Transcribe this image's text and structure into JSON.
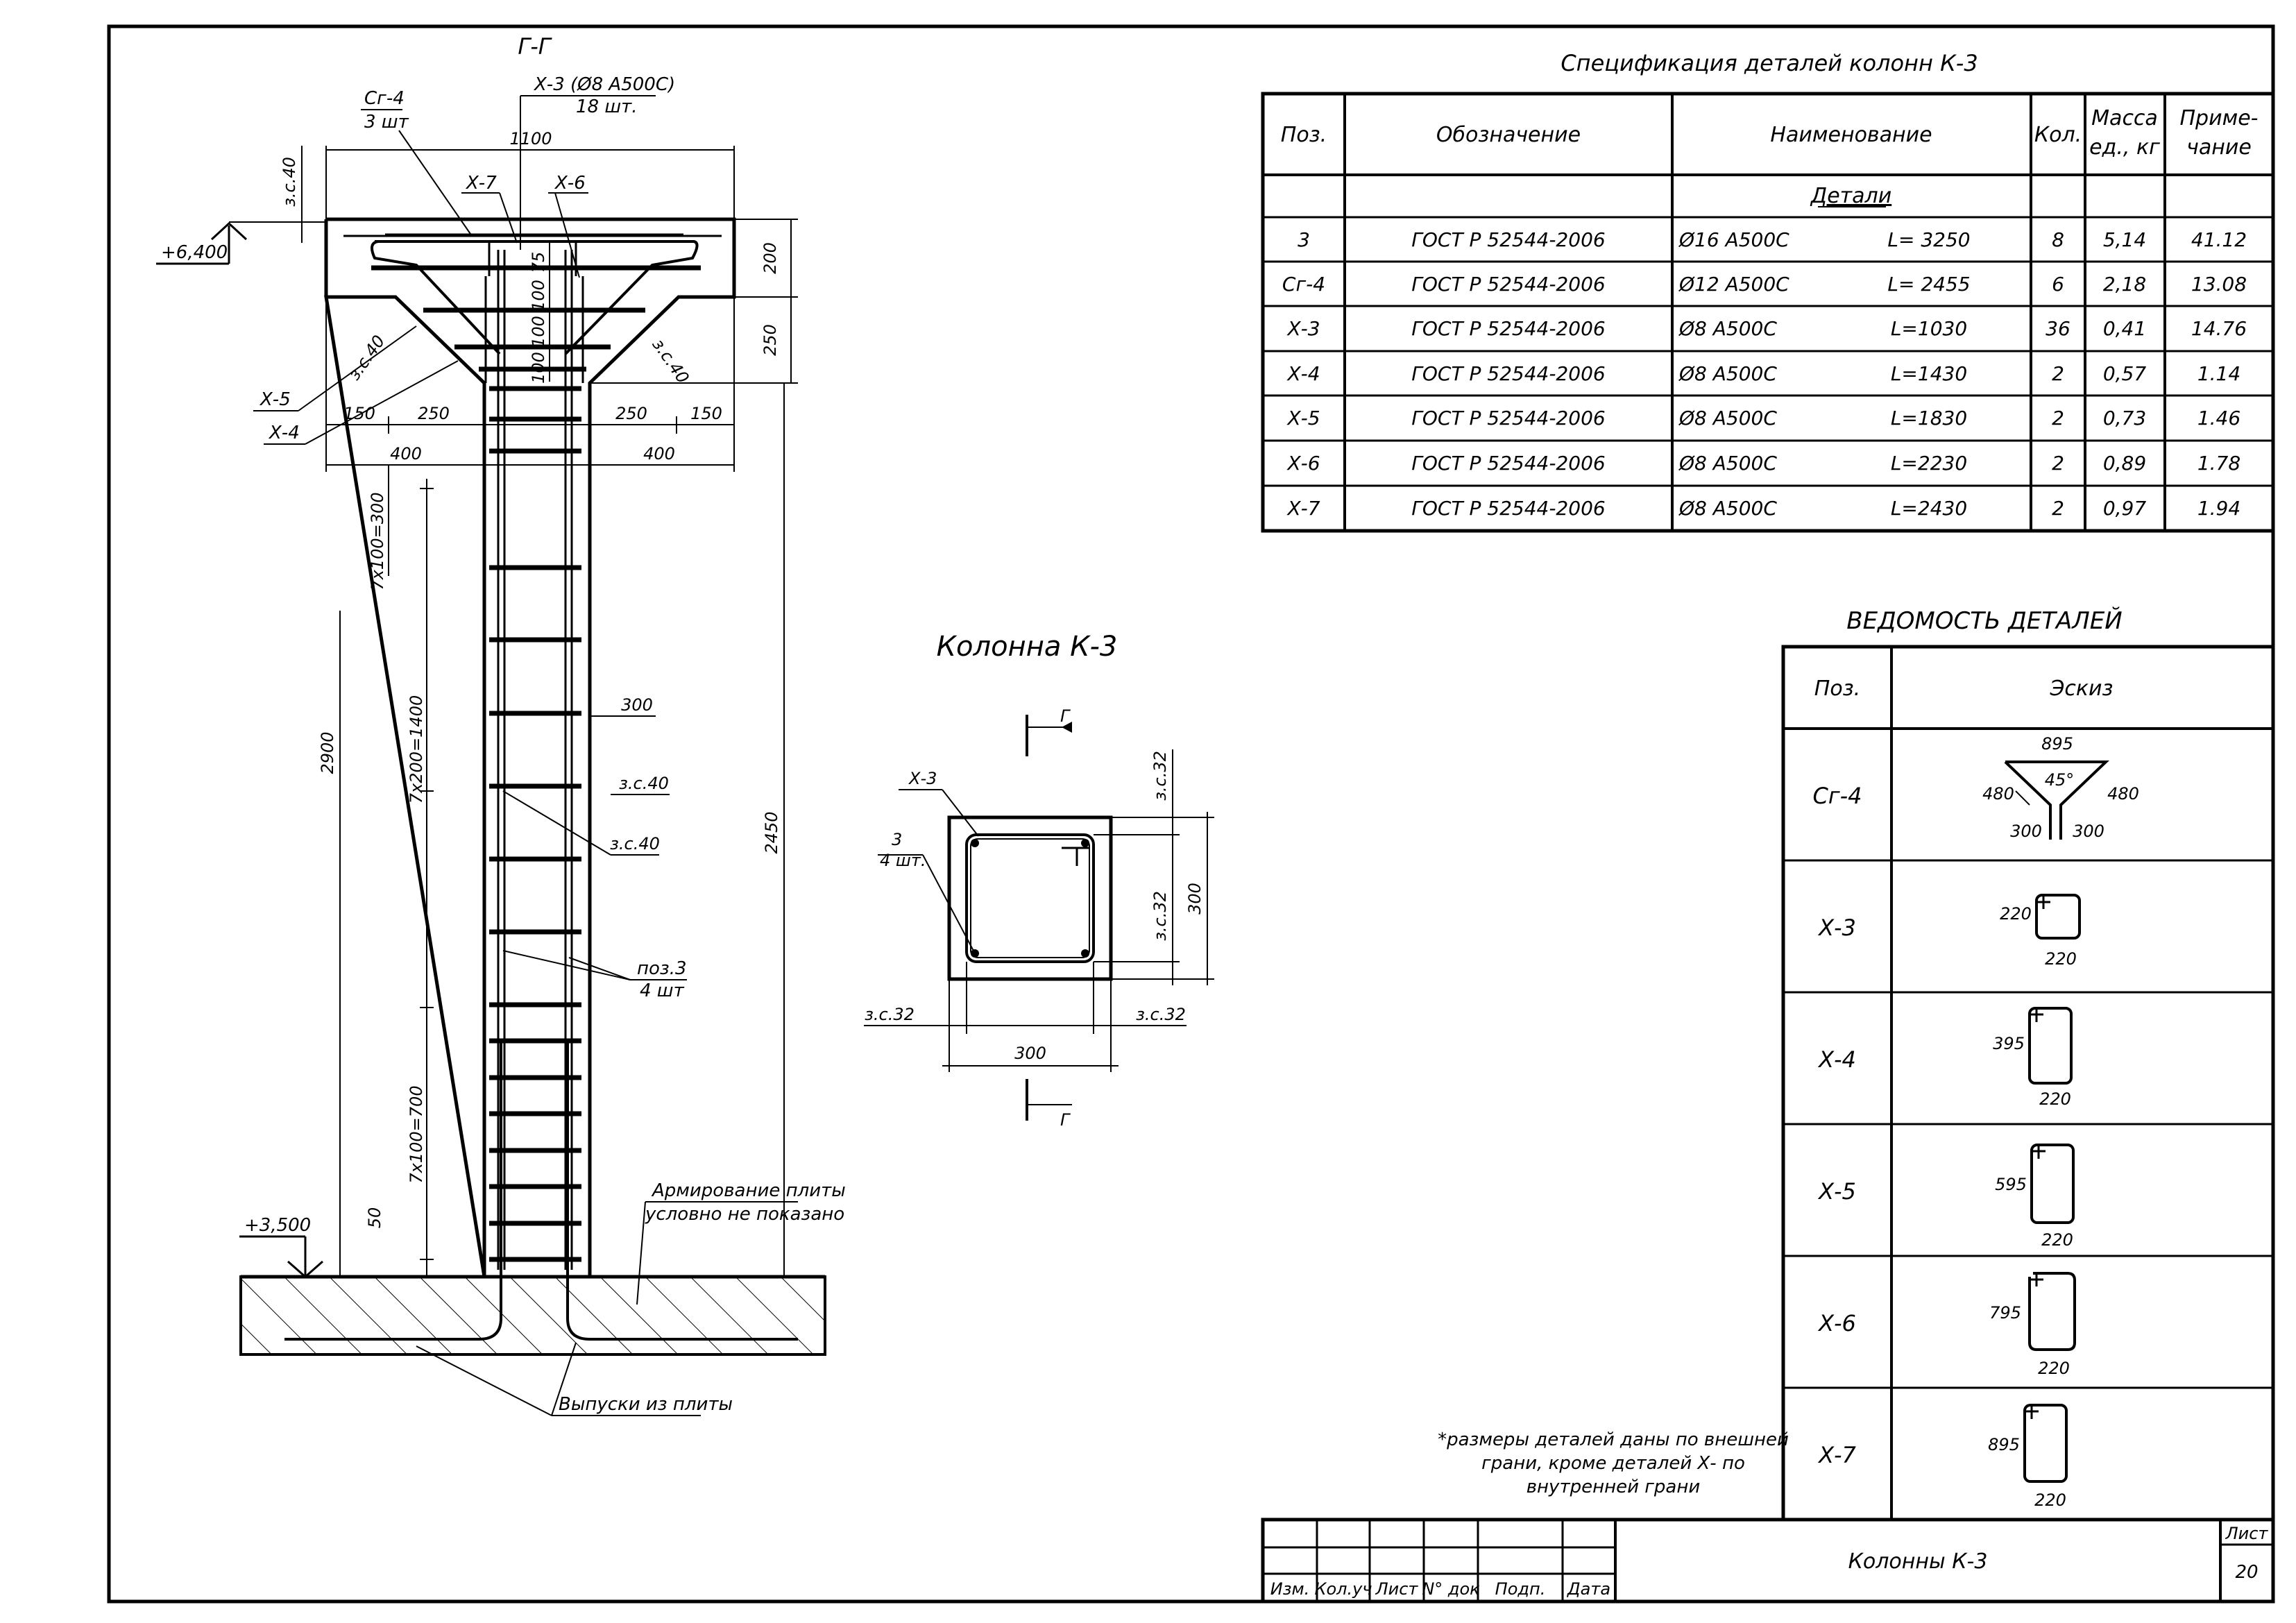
{
  "section": {
    "section_label": "Г-Г",
    "top_elevation": "+6,400",
    "bottom_elevation": "+3,500",
    "callouts": {
      "sg4": "Сг-4",
      "sg4_count": "3 шт",
      "x3": "Х-3 (Ø8 А500С)",
      "x3_count": "18 шт.",
      "x7": "Х-7",
      "x6": "Х-6",
      "x5": "Х-5",
      "x4": "Х-4",
      "poz3": "поз.3",
      "poz3_count": "4 шт",
      "slab_note_1": "Армирование плиты",
      "slab_note_2": "условно не показано",
      "outlets": "Выпуски из плиты"
    },
    "dims": {
      "d1100": "1100",
      "d200": "200",
      "d250": "250",
      "d75": "75",
      "d100a": "100",
      "d100b": "100",
      "d100c": "100",
      "zs40": "з.с.40",
      "d150": "150",
      "d400": "400",
      "d300": "300",
      "spacing_top": "7х100=300",
      "spacing_mid": "7х200=1400",
      "spacing_bot": "7х100=700",
      "d2900": "2900",
      "d2450": "2450",
      "d50": "50"
    }
  },
  "column_title": "Колонна К-3",
  "cross_section": {
    "cut_mark": "Г",
    "x3": "Х-3",
    "bar3": "3",
    "bar3_count": "4 шт.",
    "zs32": "з.с.32",
    "d300": "300"
  },
  "spec_table": {
    "title": "Спецификация деталей колонн  К-3",
    "headers": [
      "Поз.",
      "Обозначение",
      "Наименование",
      "Кол.",
      "Масса ед., кг",
      "Приме- чание"
    ],
    "header_mass_1": "Масса",
    "header_mass_2": "ед., кг",
    "header_note_1": "Приме-",
    "header_note_2": "чание",
    "section_label": "Детали",
    "rows": [
      {
        "poz": "3",
        "doc": "ГОСТ Р 52544-2006",
        "bar": "Ø16 А500С",
        "len": "L= 3250",
        "qty": "8",
        "mass": "5,14",
        "note": "41.12"
      },
      {
        "poz": "Сг-4",
        "doc": "ГОСТ Р 52544-2006",
        "bar": "Ø12 А500С",
        "len": "L= 2455",
        "qty": "6",
        "mass": "2,18",
        "note": "13.08"
      },
      {
        "poz": "Х-3",
        "doc": "ГОСТ Р 52544-2006",
        "bar": "Ø8 А500С",
        "len": "L=1030",
        "qty": "36",
        "mass": "0,41",
        "note": "14.76"
      },
      {
        "poz": "Х-4",
        "doc": "ГОСТ Р 52544-2006",
        "bar": "Ø8 А500С",
        "len": "L=1430",
        "qty": "2",
        "mass": "0,57",
        "note": "1.14"
      },
      {
        "poz": "Х-5",
        "doc": "ГОСТ Р 52544-2006",
        "bar": "Ø8 А500С",
        "len": "L=1830",
        "qty": "2",
        "mass": "0,73",
        "note": "1.46"
      },
      {
        "poz": "Х-6",
        "doc": "ГОСТ Р 52544-2006",
        "bar": "Ø8 А500С",
        "len": "L=2230",
        "qty": "2",
        "mass": "0,89",
        "note": "1.78"
      },
      {
        "poz": "Х-7",
        "doc": "ГОСТ Р 52544-2006",
        "bar": "Ø8 А500С",
        "len": "L=2430",
        "qty": "2",
        "mass": "0,97",
        "note": "1.94"
      }
    ]
  },
  "details_table": {
    "title": "ВЕДОМОСТЬ ДЕТАЛЕЙ",
    "col_poz": "Поз.",
    "col_sketch": "Эскиз",
    "rows": [
      {
        "poz": "Сг-4",
        "top": "895",
        "angle": "45°",
        "left": "480",
        "right": "480",
        "bot_left": "300",
        "bot_right": "300"
      },
      {
        "poz": "Х-3",
        "height": "220",
        "width": "220"
      },
      {
        "poz": "Х-4",
        "height": "395",
        "width": "220"
      },
      {
        "poz": "Х-5",
        "height": "595",
        "width": "220"
      },
      {
        "poz": "Х-6",
        "height": "795",
        "width": "220"
      },
      {
        "poz": "Х-7",
        "height": "895",
        "width": "220"
      }
    ]
  },
  "note": {
    "line1": "*размеры деталей  даны по внешней",
    "line2": "грани, кроме деталей Х- по",
    "line3": "внутренней грани"
  },
  "title_block": {
    "col_labels": [
      "Изм.",
      "Кол.уч",
      "Лист",
      "N° док",
      "Подп.",
      "Дата"
    ],
    "title": "Колонны  К-3",
    "sheet_label": "Лист",
    "sheet_number": "20"
  }
}
